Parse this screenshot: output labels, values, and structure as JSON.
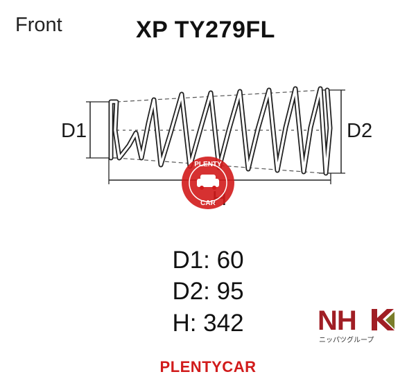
{
  "header": {
    "position": "Front",
    "part_number": "XP TY279FL"
  },
  "drawing": {
    "d1_label": "D1",
    "d2_label": "D2",
    "h_label": "H"
  },
  "specs": {
    "d1": "D1: 60",
    "d2": "D2: 95",
    "h": "H: 342"
  },
  "brand": {
    "logo": "NHK",
    "logo_subtitle": "ニッパツグループ",
    "logo_colors": [
      "#a01e24",
      "#7a7d2a"
    ]
  },
  "watermark": {
    "badge_top": "PLENTY",
    "badge_bottom": "CAR",
    "text": "PLENTYCAR",
    "color": "#d11b1b"
  }
}
